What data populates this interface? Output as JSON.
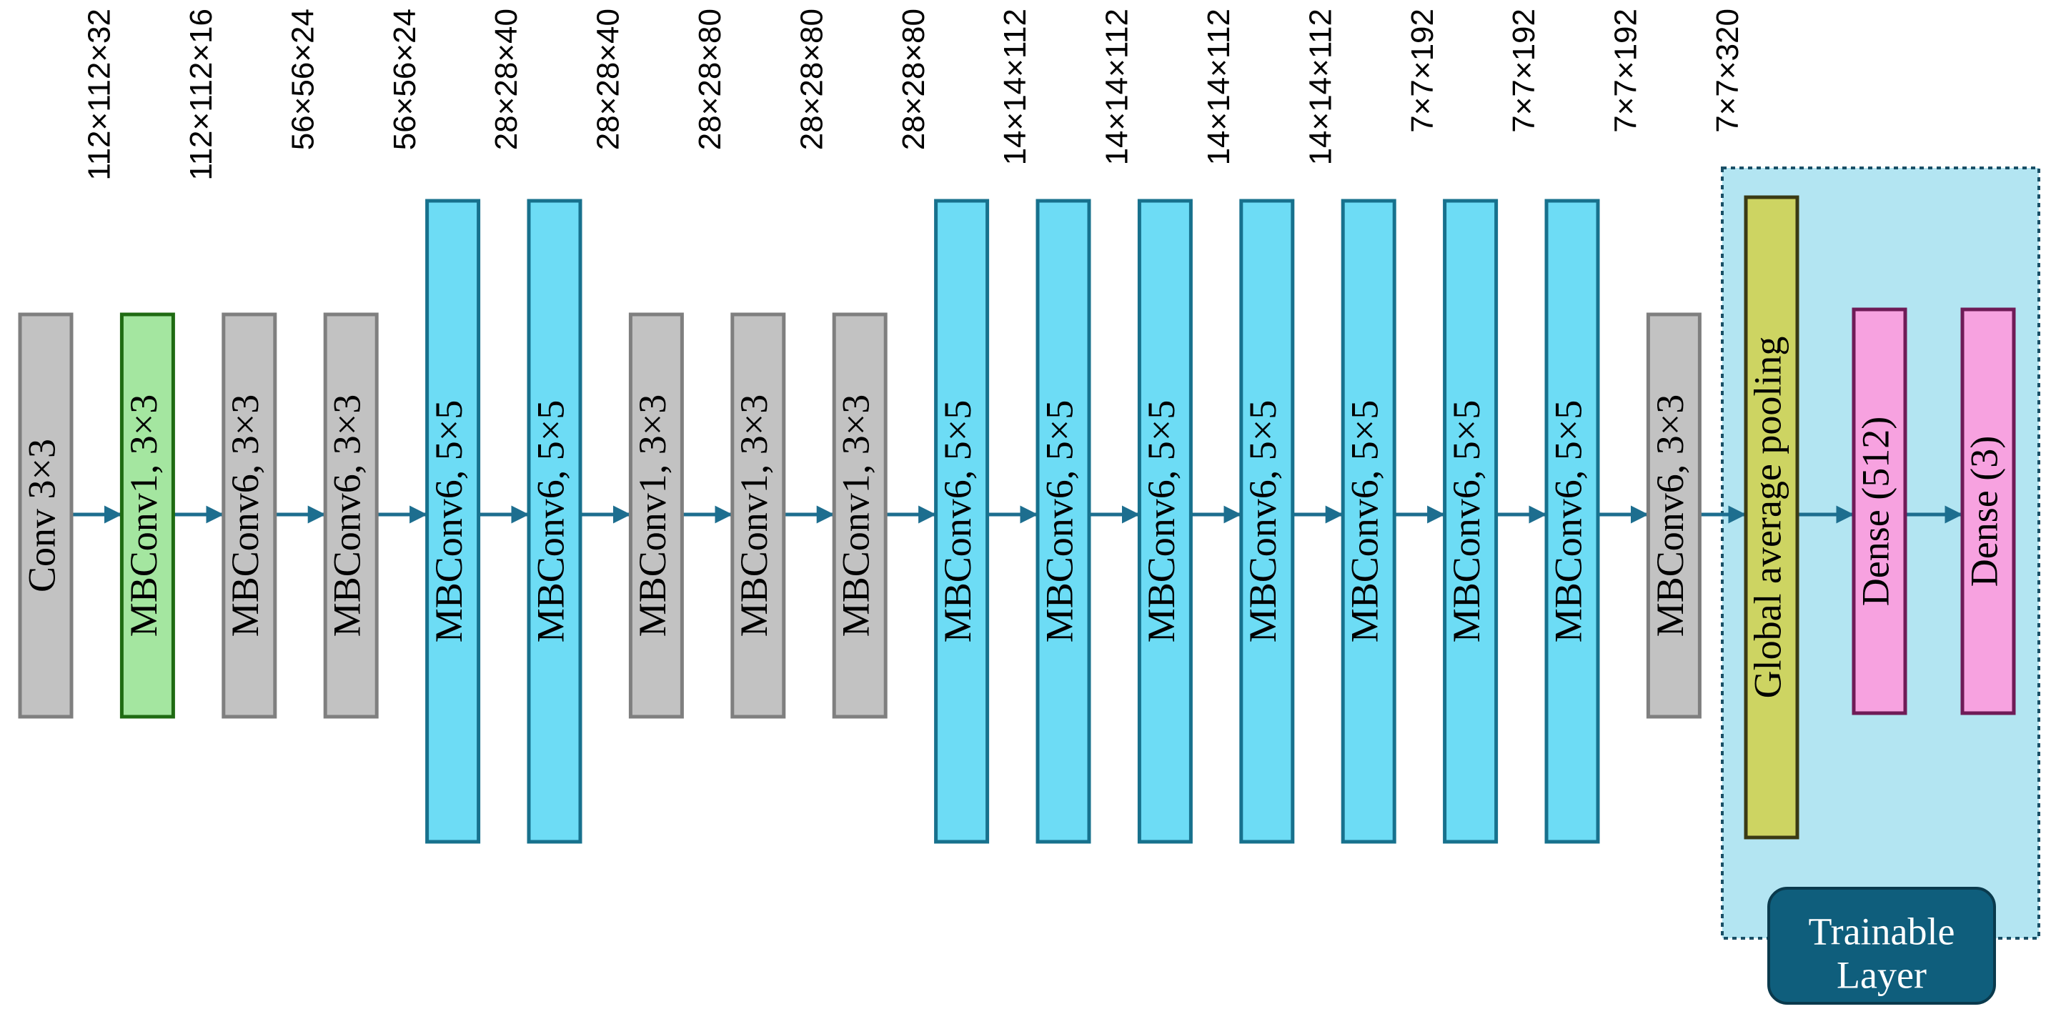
{
  "colors": {
    "gray": {
      "fill": "#c2c2c2",
      "stroke": "#7f7f7f"
    },
    "green": {
      "fill": "#a4e6a0",
      "stroke": "#1f6b12"
    },
    "cyan": {
      "fill": "#6ddcf5",
      "stroke": "#17718d"
    },
    "olive": {
      "fill": "#cdd462",
      "stroke": "#3a3a14"
    },
    "pink": {
      "fill": "#f7a2e0",
      "stroke": "#6f1b57"
    },
    "arrow": "#1d6e8f",
    "trainable_bg": "#b3e5f2",
    "trainable_border": "#1a4f66",
    "badge_fill": "#0f5e7c",
    "badge_stroke": "#0a3a4d"
  },
  "blocks": [
    {
      "label": "Conv 3×3",
      "dim": "112×112×32",
      "color": "gray",
      "size": "short"
    },
    {
      "label": "MBConv1, 3×3",
      "dim": "112×112×16",
      "color": "green",
      "size": "short"
    },
    {
      "label": "MBConv6, 3×3",
      "dim": "56×56×24",
      "color": "gray",
      "size": "short"
    },
    {
      "label": "MBConv6, 3×3",
      "dim": "56×56×24",
      "color": "gray",
      "size": "short"
    },
    {
      "label": "MBConv6, 5×5",
      "dim": "28×28×40",
      "color": "cyan",
      "size": "tall"
    },
    {
      "label": "MBConv6, 5×5",
      "dim": "28×28×40",
      "color": "cyan",
      "size": "tall"
    },
    {
      "label": "MBConv1, 3×3",
      "dim": "28×28×80",
      "color": "gray",
      "size": "short"
    },
    {
      "label": "MBConv1, 3×3",
      "dim": "28×28×80",
      "color": "gray",
      "size": "short"
    },
    {
      "label": "MBConv1, 3×3",
      "dim": "28×28×80",
      "color": "gray",
      "size": "short"
    },
    {
      "label": "MBConv6, 5×5",
      "dim": "14×14×112",
      "color": "cyan",
      "size": "tall"
    },
    {
      "label": "MBConv6, 5×5",
      "dim": "14×14×112",
      "color": "cyan",
      "size": "tall"
    },
    {
      "label": "MBConv6, 5×5",
      "dim": "14×14×112",
      "color": "cyan",
      "size": "tall"
    },
    {
      "label": "MBConv6, 5×5",
      "dim": "14×14×112",
      "color": "cyan",
      "size": "tall"
    },
    {
      "label": "MBConv6, 5×5",
      "dim": "7×7×192",
      "color": "cyan",
      "size": "tall"
    },
    {
      "label": "MBConv6, 5×5",
      "dim": "7×7×192",
      "color": "cyan",
      "size": "tall"
    },
    {
      "label": "MBConv6, 5×5",
      "dim": "7×7×192",
      "color": "cyan",
      "size": "tall"
    },
    {
      "label": "MBConv6, 3×3",
      "dim": "7×7×320",
      "color": "gray",
      "size": "short"
    }
  ],
  "trainable": {
    "badge_line1": "Trainable",
    "badge_line2": "Layer",
    "blocks": [
      {
        "label": "Global average pooling",
        "color": "olive",
        "size": "tall"
      },
      {
        "label": "Dense (512)",
        "color": "pink",
        "size": "short"
      },
      {
        "label": "Dense (3)",
        "color": "pink",
        "size": "short"
      }
    ]
  }
}
